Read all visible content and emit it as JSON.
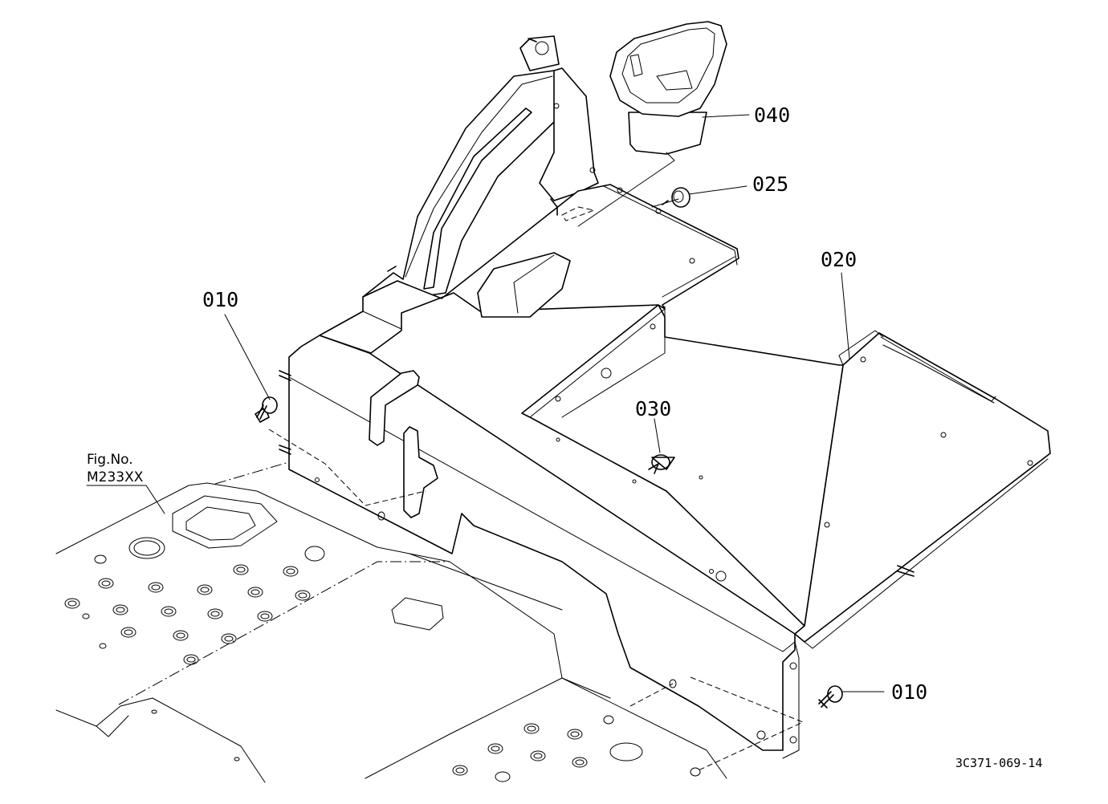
{
  "callouts": {
    "part_010_upper": "010",
    "part_010_lower": "010",
    "part_020": "020",
    "part_025": "025",
    "part_030": "030",
    "part_040": "040"
  },
  "reference": {
    "fig_label": "Fig.No.",
    "fig_number": "M233XX"
  },
  "drawing_code": "3C371-069-14"
}
